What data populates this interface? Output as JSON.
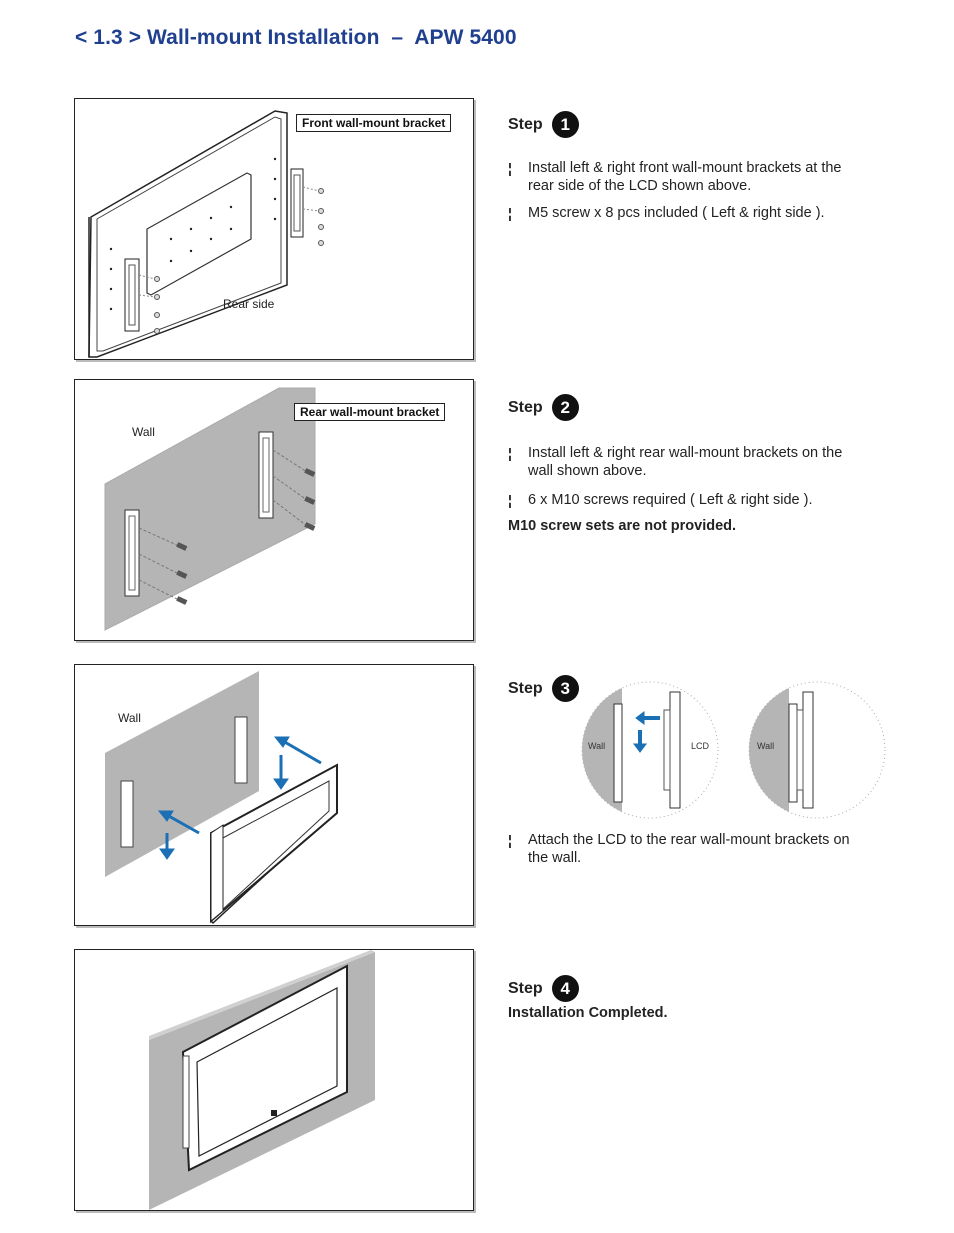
{
  "page": {
    "title": "< 1.3 > Wall-mount Installation  –  APW 5400"
  },
  "steps": [
    {
      "word": "Step",
      "number": "1",
      "callout": "Front wall-mount bracket",
      "figure_label": "Rear side",
      "bullets": [
        "Install left & right front wall-mount brackets at the rear side of the LCD shown above.",
        "M5 screw x 8 pcs included ( Left & right side )."
      ]
    },
    {
      "word": "Step",
      "number": "2",
      "callout": "Rear wall-mount bracket",
      "figure_label": "Wall",
      "bullets": [
        "Install left & right rear wall-mount brackets on the wall shown above.",
        "6 x M10 screws required ( Left & right side )."
      ],
      "note": "M10 screw sets are not provided."
    },
    {
      "word": "Step",
      "number": "3",
      "figure_label": "Wall",
      "detail_labels": {
        "wall_a": "Wall",
        "lcd": "LCD",
        "wall_b": "Wall"
      },
      "bullets": [
        "Attach the LCD to the rear wall-mount brackets on the wall."
      ]
    },
    {
      "word": "Step",
      "number": "4",
      "note": "Installation Completed."
    }
  ],
  "bullet_mark": "¦",
  "icons": {
    "arrow_color": "#1a6fb5",
    "wall_color": "#b5b5b5"
  }
}
